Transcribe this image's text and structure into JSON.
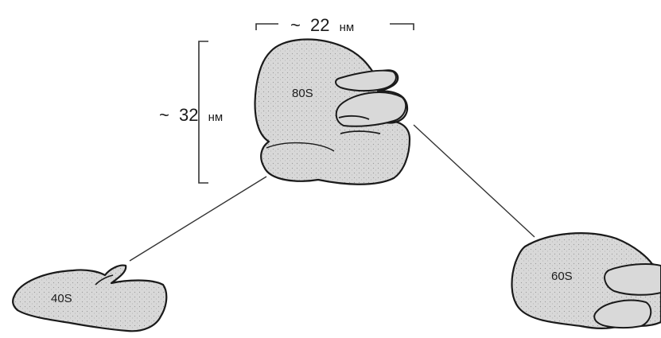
{
  "width_label": {
    "approx": "~",
    "value": "22",
    "unit": "нм"
  },
  "height_label": {
    "approx": "~",
    "value": "32",
    "unit": "нм"
  },
  "subunits": {
    "ribosome": "80S",
    "small": "40S",
    "large": "60S"
  },
  "colors": {
    "fill": "#d6d6d6",
    "stroke": "#1a1a1a"
  }
}
